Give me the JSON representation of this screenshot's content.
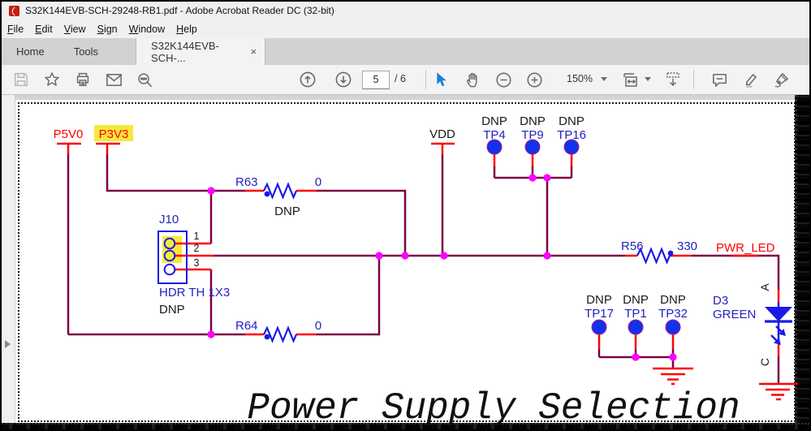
{
  "window": {
    "title": "S32K144EVB-SCH-29248-RB1.pdf - Adobe Acrobat Reader DC (32-bit)"
  },
  "menu": {
    "items": [
      "File",
      "Edit",
      "View",
      "Sign",
      "Window",
      "Help"
    ]
  },
  "tabs": {
    "home": "Home",
    "tools": "Tools",
    "document": "S32K144EVB-SCH-...",
    "close": "×"
  },
  "toolbar": {
    "page_current": "5",
    "page_total_label": "/ 6",
    "zoom_level": "150%"
  },
  "schematic": {
    "power": {
      "p5v0": "P5V0",
      "p3v3": "P3V3",
      "vdd": "VDD"
    },
    "r63": {
      "ref": "R63",
      "value": "0",
      "note": "DNP"
    },
    "r64": {
      "ref": "R64",
      "value": "0"
    },
    "r56": {
      "ref": "R56",
      "value": "330"
    },
    "j10": {
      "ref": "J10",
      "pins": [
        "1",
        "2",
        "3"
      ],
      "part": "HDR TH 1X3",
      "note": "DNP"
    },
    "tp_top": [
      {
        "note": "DNP",
        "ref": "TP4"
      },
      {
        "note": "DNP",
        "ref": "TP9"
      },
      {
        "note": "DNP",
        "ref": "TP16"
      }
    ],
    "tp_bottom": [
      {
        "note": "DNP",
        "ref": "TP17"
      },
      {
        "note": "DNP",
        "ref": "TP1"
      },
      {
        "note": "DNP",
        "ref": "TP32"
      }
    ],
    "net_label": "PWR_LED",
    "led": {
      "ref": "D3",
      "color_name": "GREEN",
      "anode": "A",
      "cathode": "C"
    },
    "sheet_title": "Power Supply Selection",
    "colors": {
      "wire": "#7d0045",
      "junction": "#ff00ff",
      "component_blue": "#1a1ae6",
      "label_blue": "#2222bf",
      "net_red": "#ff0000",
      "highlight_yellow": "#f7e83c"
    }
  }
}
